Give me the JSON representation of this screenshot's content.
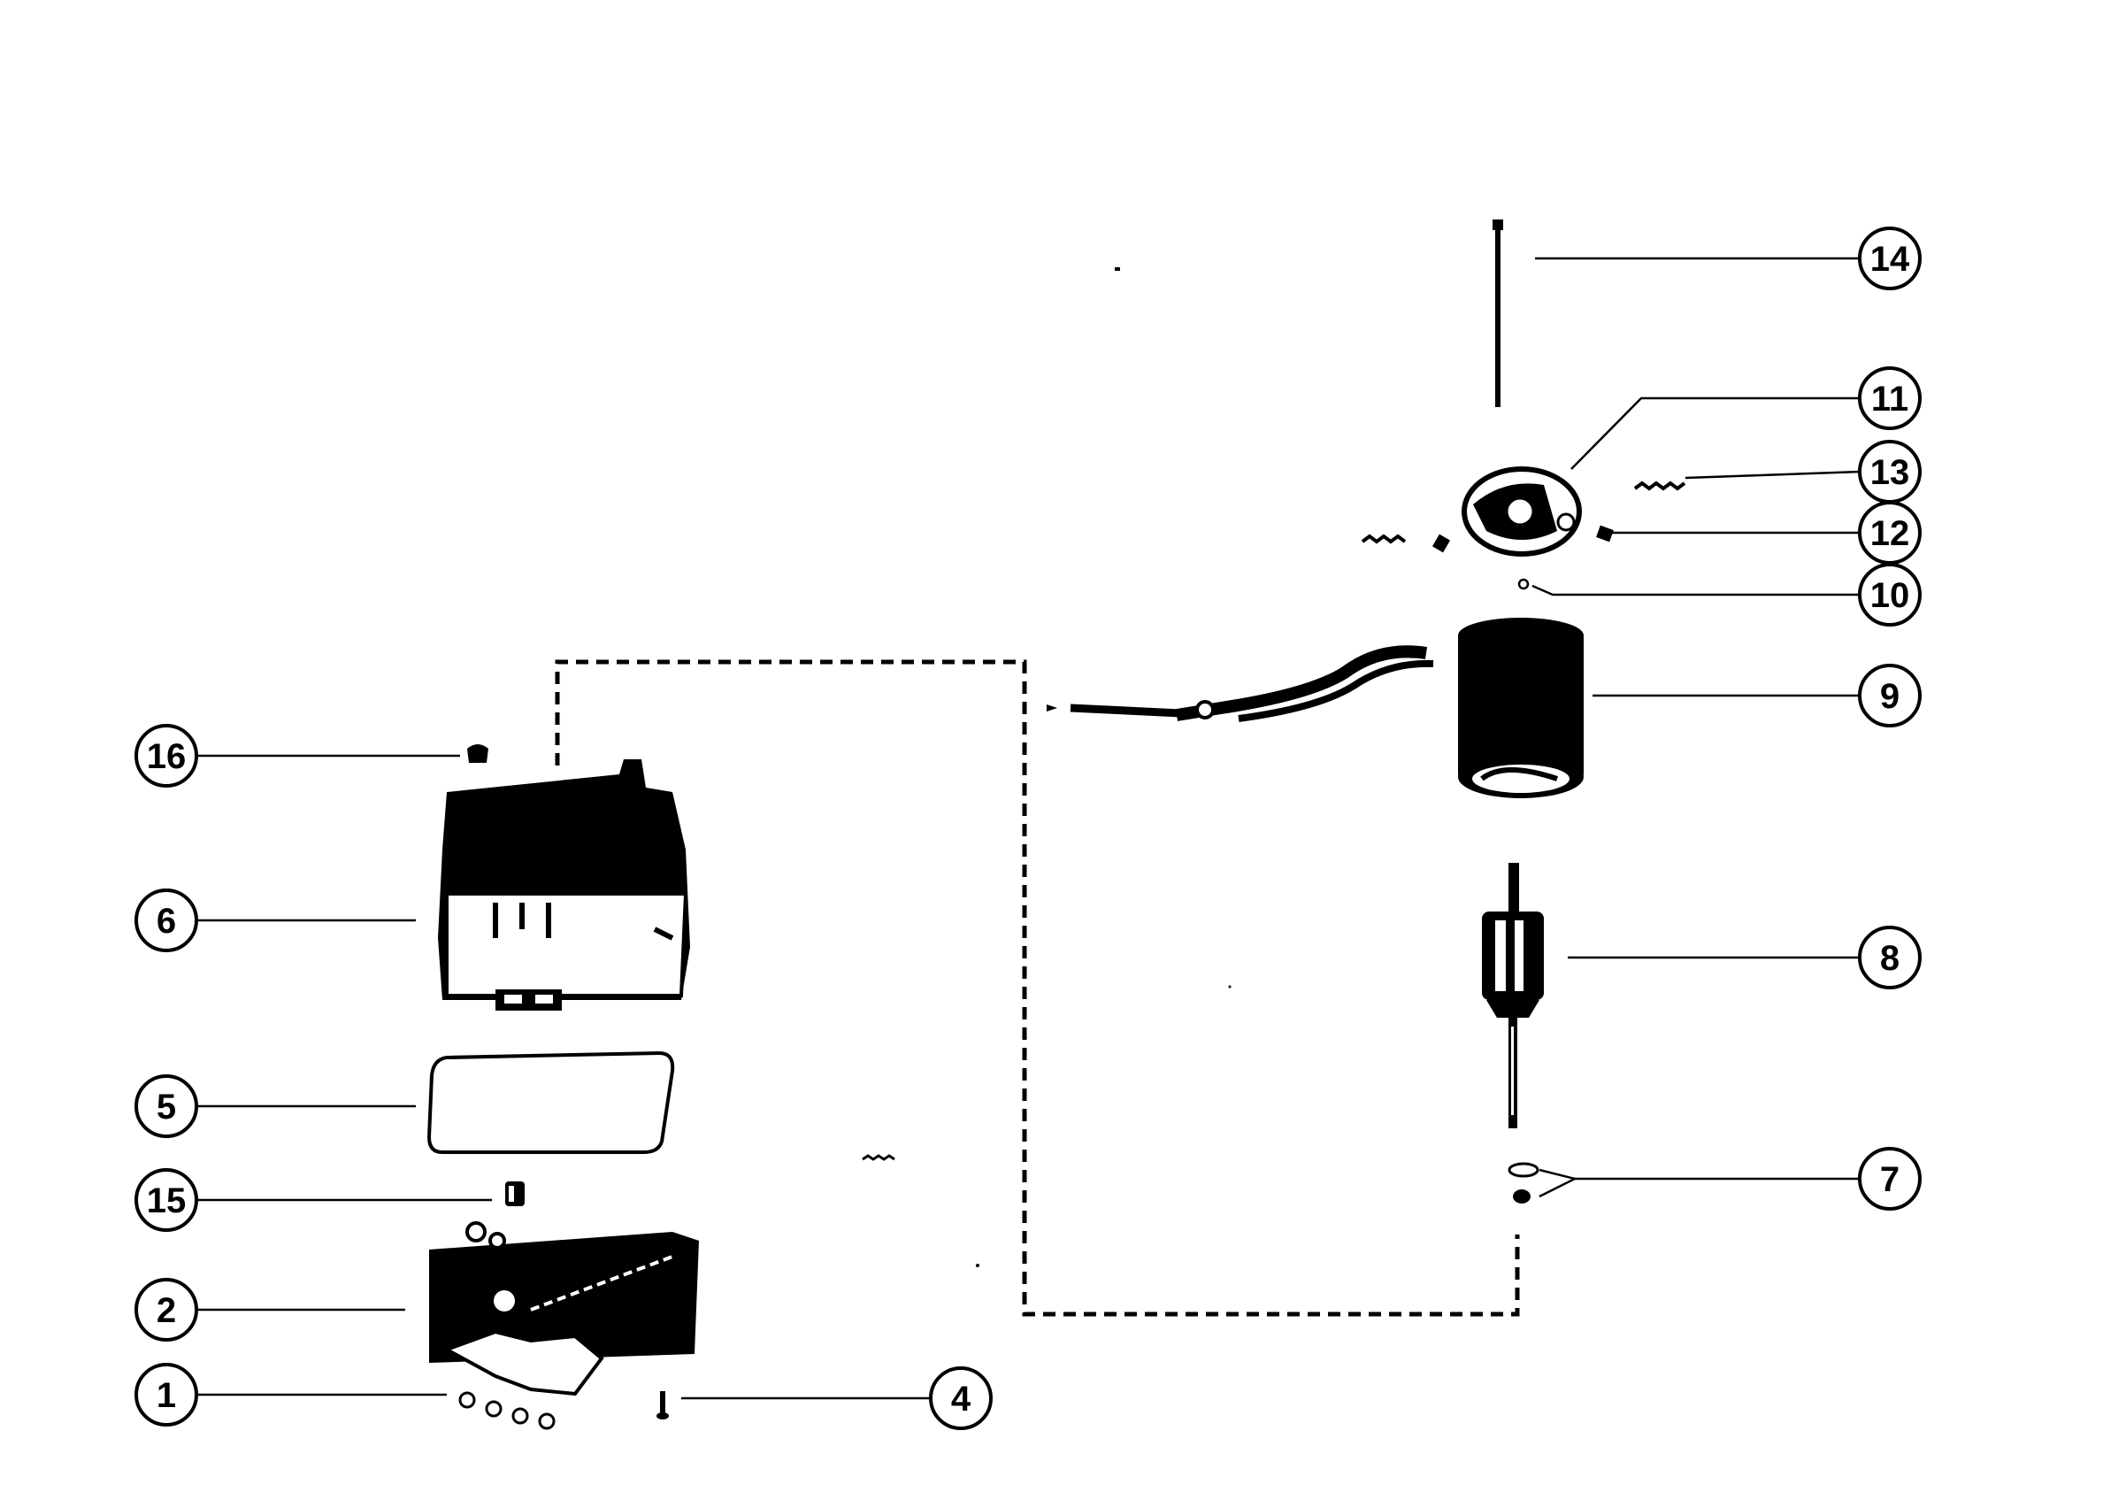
{
  "diagram": {
    "callouts": [
      {
        "id": "c14",
        "label": "14"
      },
      {
        "id": "c11",
        "label": "11"
      },
      {
        "id": "c13",
        "label": "13"
      },
      {
        "id": "c12",
        "label": "12"
      },
      {
        "id": "c10",
        "label": "10"
      },
      {
        "id": "c9",
        "label": "9"
      },
      {
        "id": "c8",
        "label": "8"
      },
      {
        "id": "c7",
        "label": "7"
      },
      {
        "id": "c16",
        "label": "16"
      },
      {
        "id": "c6",
        "label": "6"
      },
      {
        "id": "c5",
        "label": "5"
      },
      {
        "id": "c15",
        "label": "15"
      },
      {
        "id": "c2",
        "label": "2"
      },
      {
        "id": "c1",
        "label": "1"
      },
      {
        "id": "c4",
        "label": "4"
      }
    ]
  }
}
